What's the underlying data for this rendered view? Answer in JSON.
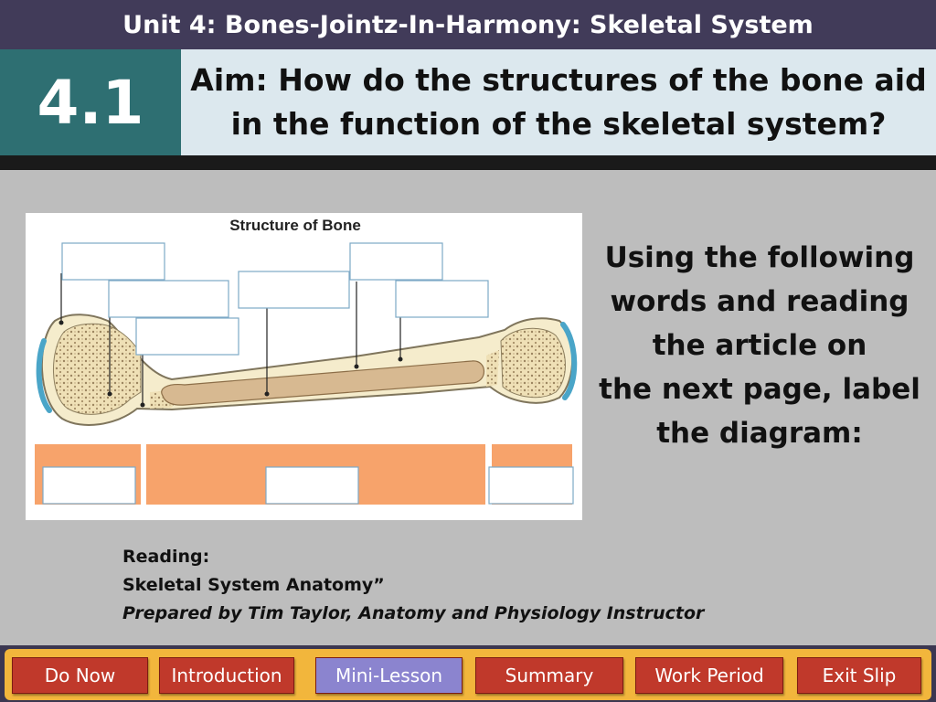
{
  "header": {
    "unit_title": "Unit 4: Bones-Jointz-In-Harmony: Skeletal System",
    "lesson_number": "4.1",
    "aim_line1": "Aim: How do the structures of the bone aid",
    "aim_line2": "in the function of the skeletal system?"
  },
  "diagram": {
    "title": "Structure of Bone"
  },
  "instructions": "Using the following\nwords and reading\nthe article on\nthe next page, label\nthe diagram:",
  "reading": {
    "heading": "Reading:",
    "article_title": "Skeletal System Anatomy”",
    "credit_prefix": "Prepared by Tim Taylor",
    "credit_suffix": ", Anatomy and Physiology Instructor"
  },
  "nav": {
    "items": [
      {
        "label": "Do Now",
        "active": false
      },
      {
        "label": "Introduction",
        "active": false
      },
      {
        "label": "Mini-Lesson",
        "active": true
      },
      {
        "label": "Summary",
        "active": false
      },
      {
        "label": "Work Period",
        "active": false
      },
      {
        "label": "Exit Slip",
        "active": false
      }
    ]
  },
  "colors": {
    "title_bar": "#413b59",
    "lesson_badge": "#2e6f72",
    "aim_background": "#dce8ee",
    "nav_button": "#c0392b",
    "nav_button_active": "#8b84cf",
    "nav_strip": "#f2b63c"
  }
}
